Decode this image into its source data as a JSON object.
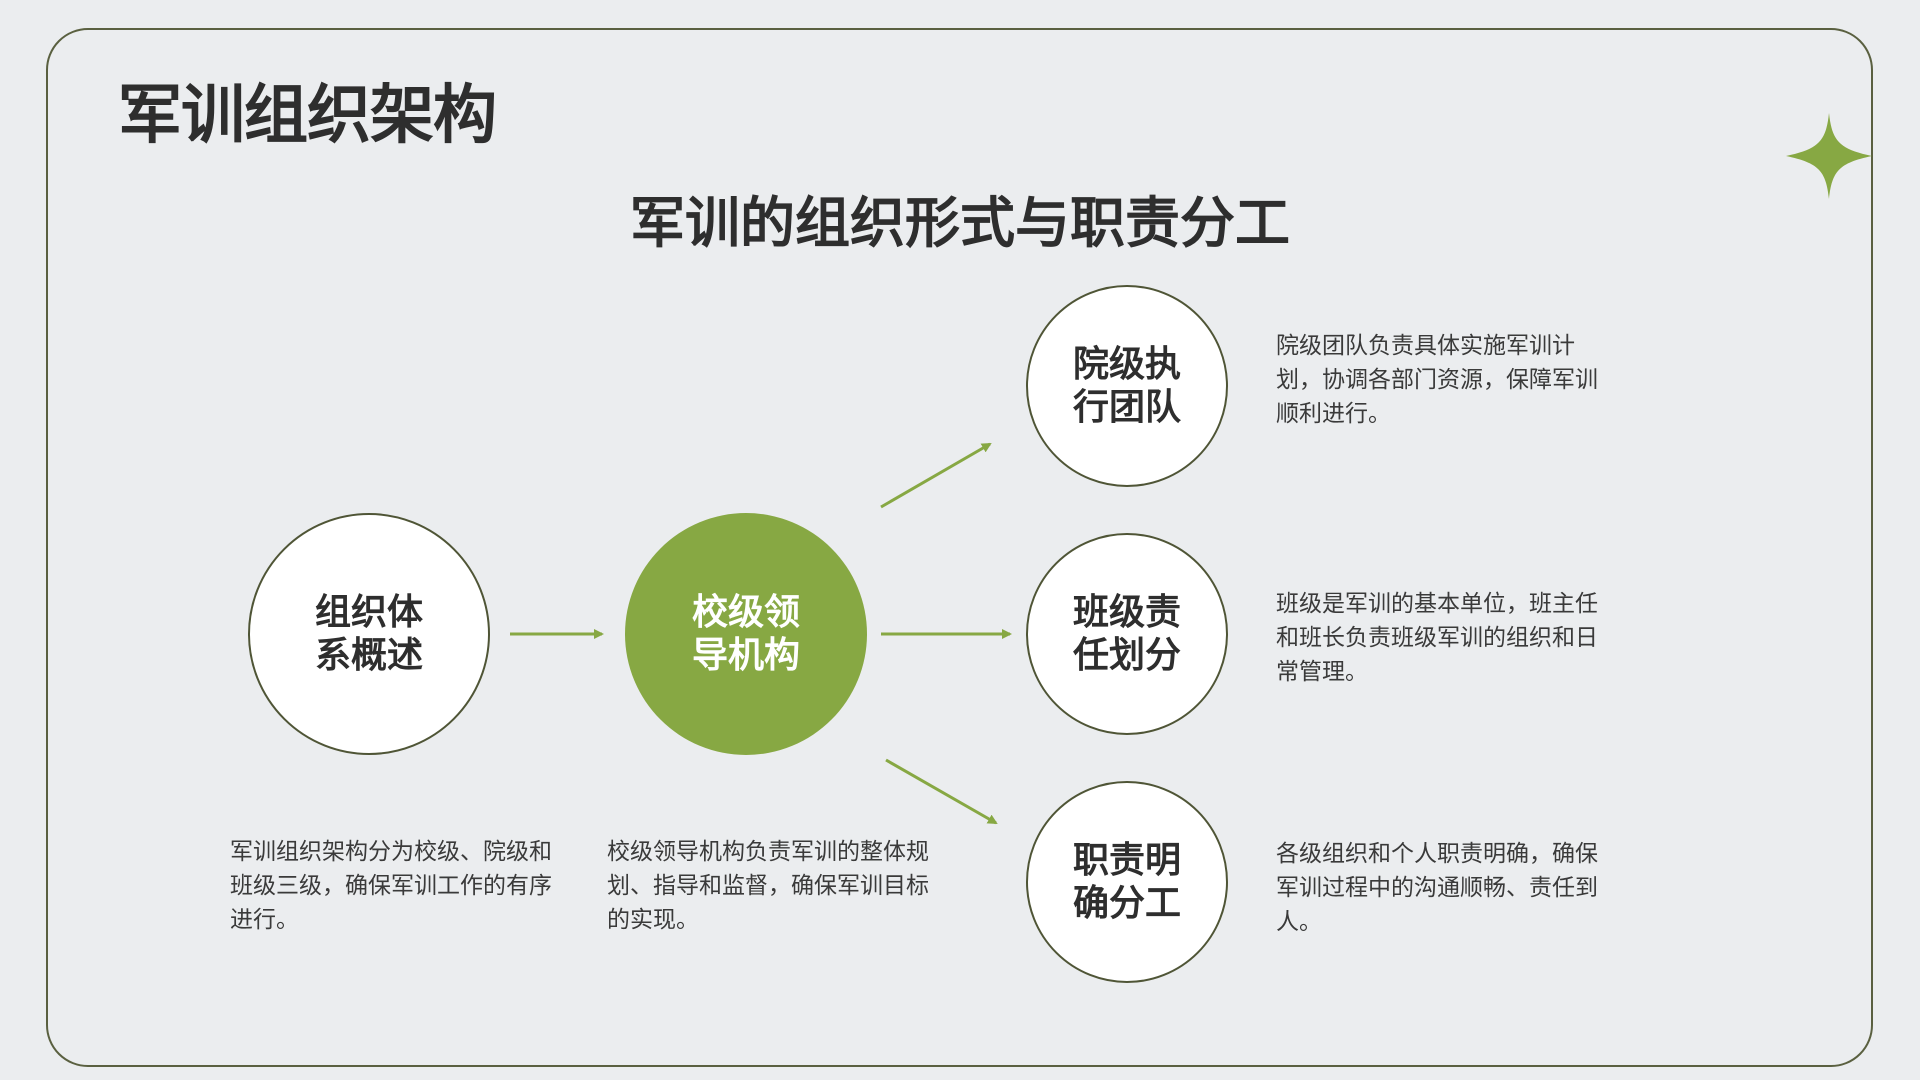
{
  "slide": {
    "title": "军训组织架构",
    "subtitle": "军训的组织形式与职责分工",
    "decoration": "four-point-star-icon"
  },
  "colors": {
    "accent": "#87a843",
    "frame_border": "#5a6040",
    "background": "#ebedef",
    "text_dark": "#2e2e2e",
    "text_body": "#3a3a3a",
    "node_fill": "#ffffff"
  },
  "nodes": [
    {
      "id": "overview",
      "label": "组织体系概述",
      "style": "outline",
      "description": "军训组织架构分为校级、院级和班级三级，确保军训工作的有序进行。"
    },
    {
      "id": "school",
      "label": "校级领导机构",
      "style": "filled",
      "description": "校级领导机构负责军训的整体规划、指导和监督，确保军训目标的实现。"
    },
    {
      "id": "college",
      "label": "院级执行团队",
      "style": "outline",
      "description": "院级团队负责具体实施军训计划，协调各部门资源，保障军训顺利进行。"
    },
    {
      "id": "class",
      "label": "班级责任划分",
      "style": "outline",
      "description": "班级是军训的基本单位，班主任和班长负责班级军训的组织和日常管理。"
    },
    {
      "id": "duty",
      "label": "职责明确分工",
      "style": "outline",
      "description": "各级组织和个人职责明确，确保军训过程中的沟通顺畅、责任到人。"
    }
  ],
  "edges": [
    {
      "from": "overview",
      "to": "school"
    },
    {
      "from": "school",
      "to": "college"
    },
    {
      "from": "school",
      "to": "class"
    },
    {
      "from": "school",
      "to": "duty"
    }
  ]
}
